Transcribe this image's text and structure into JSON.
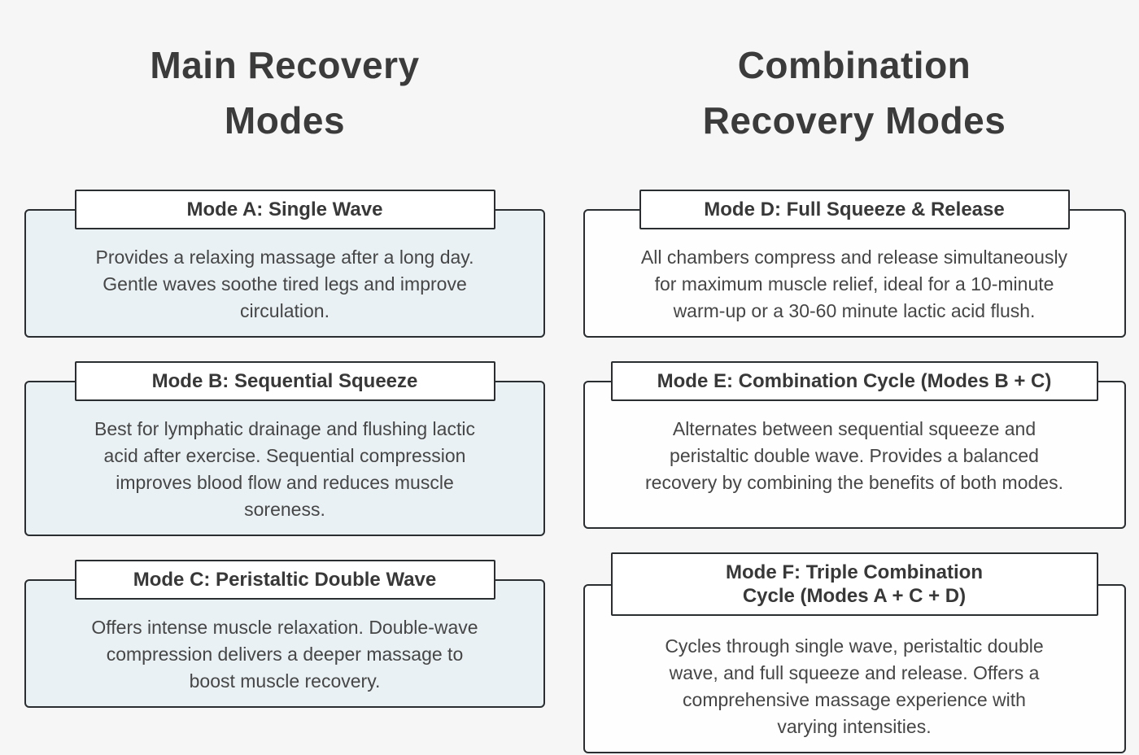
{
  "palette": {
    "page_bg": "#f5f6f5",
    "border_color": "#2a2e31",
    "title_box_bg": "#ffffff",
    "left_card_bg": "#e9f1f4",
    "right_card_bg": "#fefefe",
    "heading_color": "#3b3b3b",
    "card_title_color": "#383838",
    "body_text_color": "#464646"
  },
  "columns": [
    {
      "title": "Main Recovery\nModes",
      "cards": [
        {
          "title": "Mode A: Single Wave",
          "body": "Provides a relaxing massage after a long day.\nGentle waves soothe tired legs and improve\ncirculation."
        },
        {
          "title": "Mode B: Sequential Squeeze",
          "body": "Best for lymphatic drainage and flushing lactic\nacid after exercise. Sequential compression\nimproves blood flow and reduces muscle\nsoreness."
        },
        {
          "title": "Mode C: Peristaltic Double Wave",
          "body": "Offers intense muscle relaxation. Double-wave\ncompression delivers a deeper massage to\nboost muscle recovery."
        }
      ]
    },
    {
      "title": "Combination\nRecovery Modes",
      "cards": [
        {
          "title": "Mode D: Full Squeeze & Release",
          "body": "All chambers compress and release simultaneously\nfor maximum muscle relief, ideal for a 10-minute\nwarm-up or a 30-60 minute lactic acid flush."
        },
        {
          "title": "Mode E: Combination Cycle (Modes B + C)",
          "body": "Alternates between sequential squeeze and\nperistaltic double wave. Provides a balanced\nrecovery by combining the benefits of both modes."
        },
        {
          "title": "Mode F: Triple Combination\nCycle (Modes A + C + D)",
          "body": "Cycles through single wave, peristaltic double\nwave, and full squeeze and release. Offers a\ncomprehensive massage experience with\nvarying intensities."
        }
      ]
    }
  ]
}
